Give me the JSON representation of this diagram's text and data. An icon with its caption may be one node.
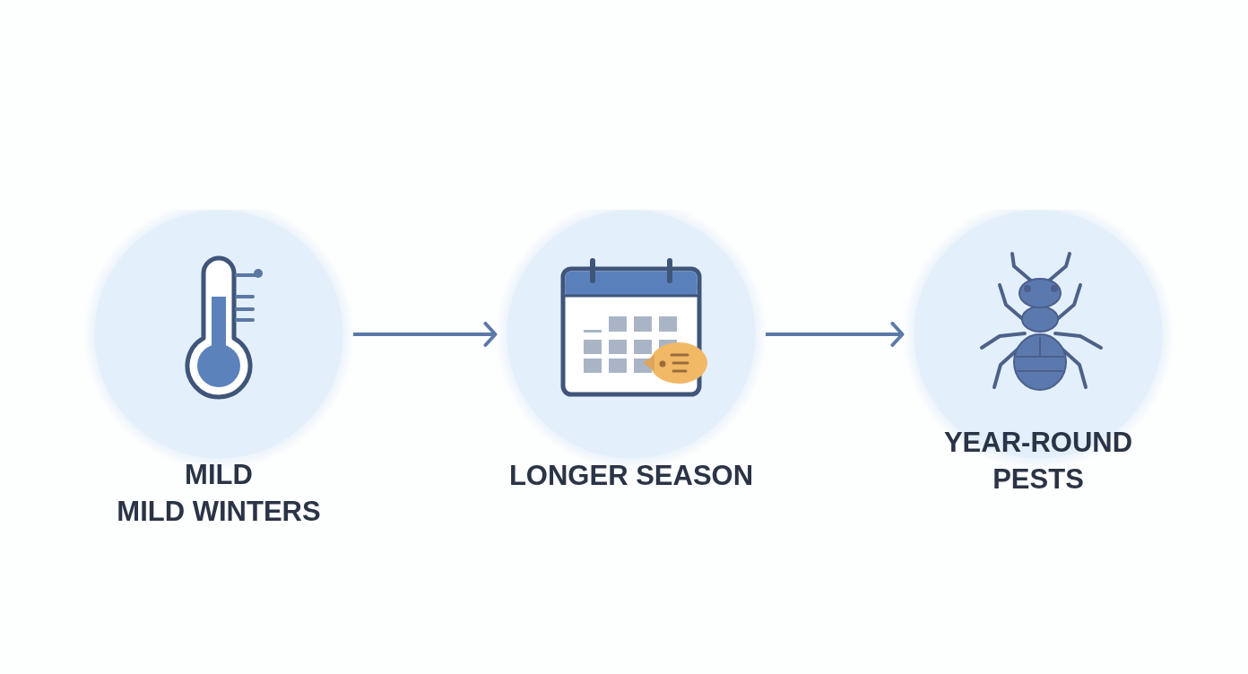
{
  "diagram": {
    "nodes": [
      {
        "text": [
          "MILD",
          "MILD WINTERS"
        ]
      },
      {
        "text": [
          "LONGER SEASON"
        ]
      },
      {
        "text": [
          "YEAR-ROUND PESTS"
        ]
      }
    ],
    "edges": [
      {
        "from": 0,
        "to": 1,
        "arrow": "to"
      },
      {
        "from": 1,
        "to": 2,
        "arrow": "to"
      }
    ]
  }
}
